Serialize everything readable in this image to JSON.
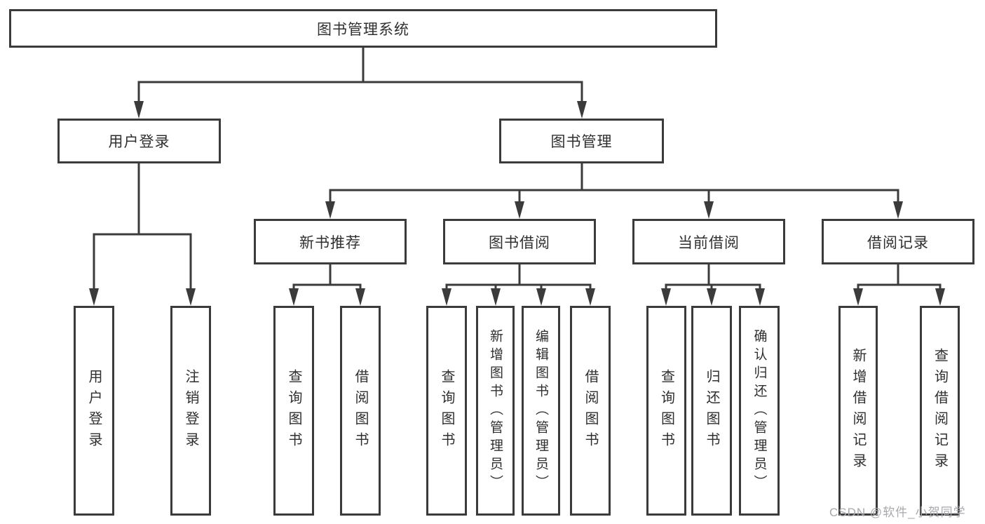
{
  "diagram": {
    "type": "function-structure-tree",
    "title": "图书管理系统",
    "watermark": "CSDN @软件_小贺同学",
    "colors": {
      "line": "#3b3b3b",
      "box_border": "#3b3b3b",
      "text": "#2f2f2f",
      "watermark": "#a9a9ad",
      "background": "#ffffff"
    },
    "nodes": {
      "root": {
        "label": "图书管理系统",
        "children": [
          "user_login",
          "book_mgmt"
        ]
      },
      "user_login": {
        "label": "用户登录",
        "children": [
          "leaf_user_login",
          "leaf_logout"
        ]
      },
      "book_mgmt": {
        "label": "图书管理",
        "children": [
          "new_book",
          "book_borrow",
          "current_borrow",
          "borrow_records"
        ]
      },
      "new_book": {
        "label": "新书推荐",
        "children": [
          "leaf_nb_query",
          "leaf_nb_borrow"
        ]
      },
      "book_borrow": {
        "label": "图书借阅",
        "children": [
          "leaf_bw_query",
          "leaf_bw_add",
          "leaf_bw_edit",
          "leaf_bw_borrow"
        ]
      },
      "current_borrow": {
        "label": "当前借阅",
        "children": [
          "leaf_cu_query",
          "leaf_cu_return",
          "leaf_cu_confirm"
        ]
      },
      "borrow_records": {
        "label": "借阅记录",
        "children": [
          "leaf_rec_add",
          "leaf_rec_query"
        ]
      },
      "leaf_user_login": {
        "label": "用户登录",
        "children": []
      },
      "leaf_logout": {
        "label": "注销登录",
        "children": []
      },
      "leaf_nb_query": {
        "label": "查询图书",
        "children": []
      },
      "leaf_nb_borrow": {
        "label": "借阅图书",
        "children": []
      },
      "leaf_bw_query": {
        "label": "查询图书",
        "children": []
      },
      "leaf_bw_add": {
        "label": "新增图书（管理员）",
        "children": []
      },
      "leaf_bw_edit": {
        "label": "编辑图书（管理员）",
        "children": []
      },
      "leaf_bw_borrow": {
        "label": "借阅图书",
        "children": []
      },
      "leaf_cu_query": {
        "label": "查询图书",
        "children": []
      },
      "leaf_cu_return": {
        "label": "归还图书",
        "children": []
      },
      "leaf_cu_confirm": {
        "label": "确认归还（管理员）",
        "children": []
      },
      "leaf_rec_add": {
        "label": "新增借阅记录",
        "children": []
      },
      "leaf_rec_query": {
        "label": "查询借阅记录",
        "children": []
      }
    }
  }
}
